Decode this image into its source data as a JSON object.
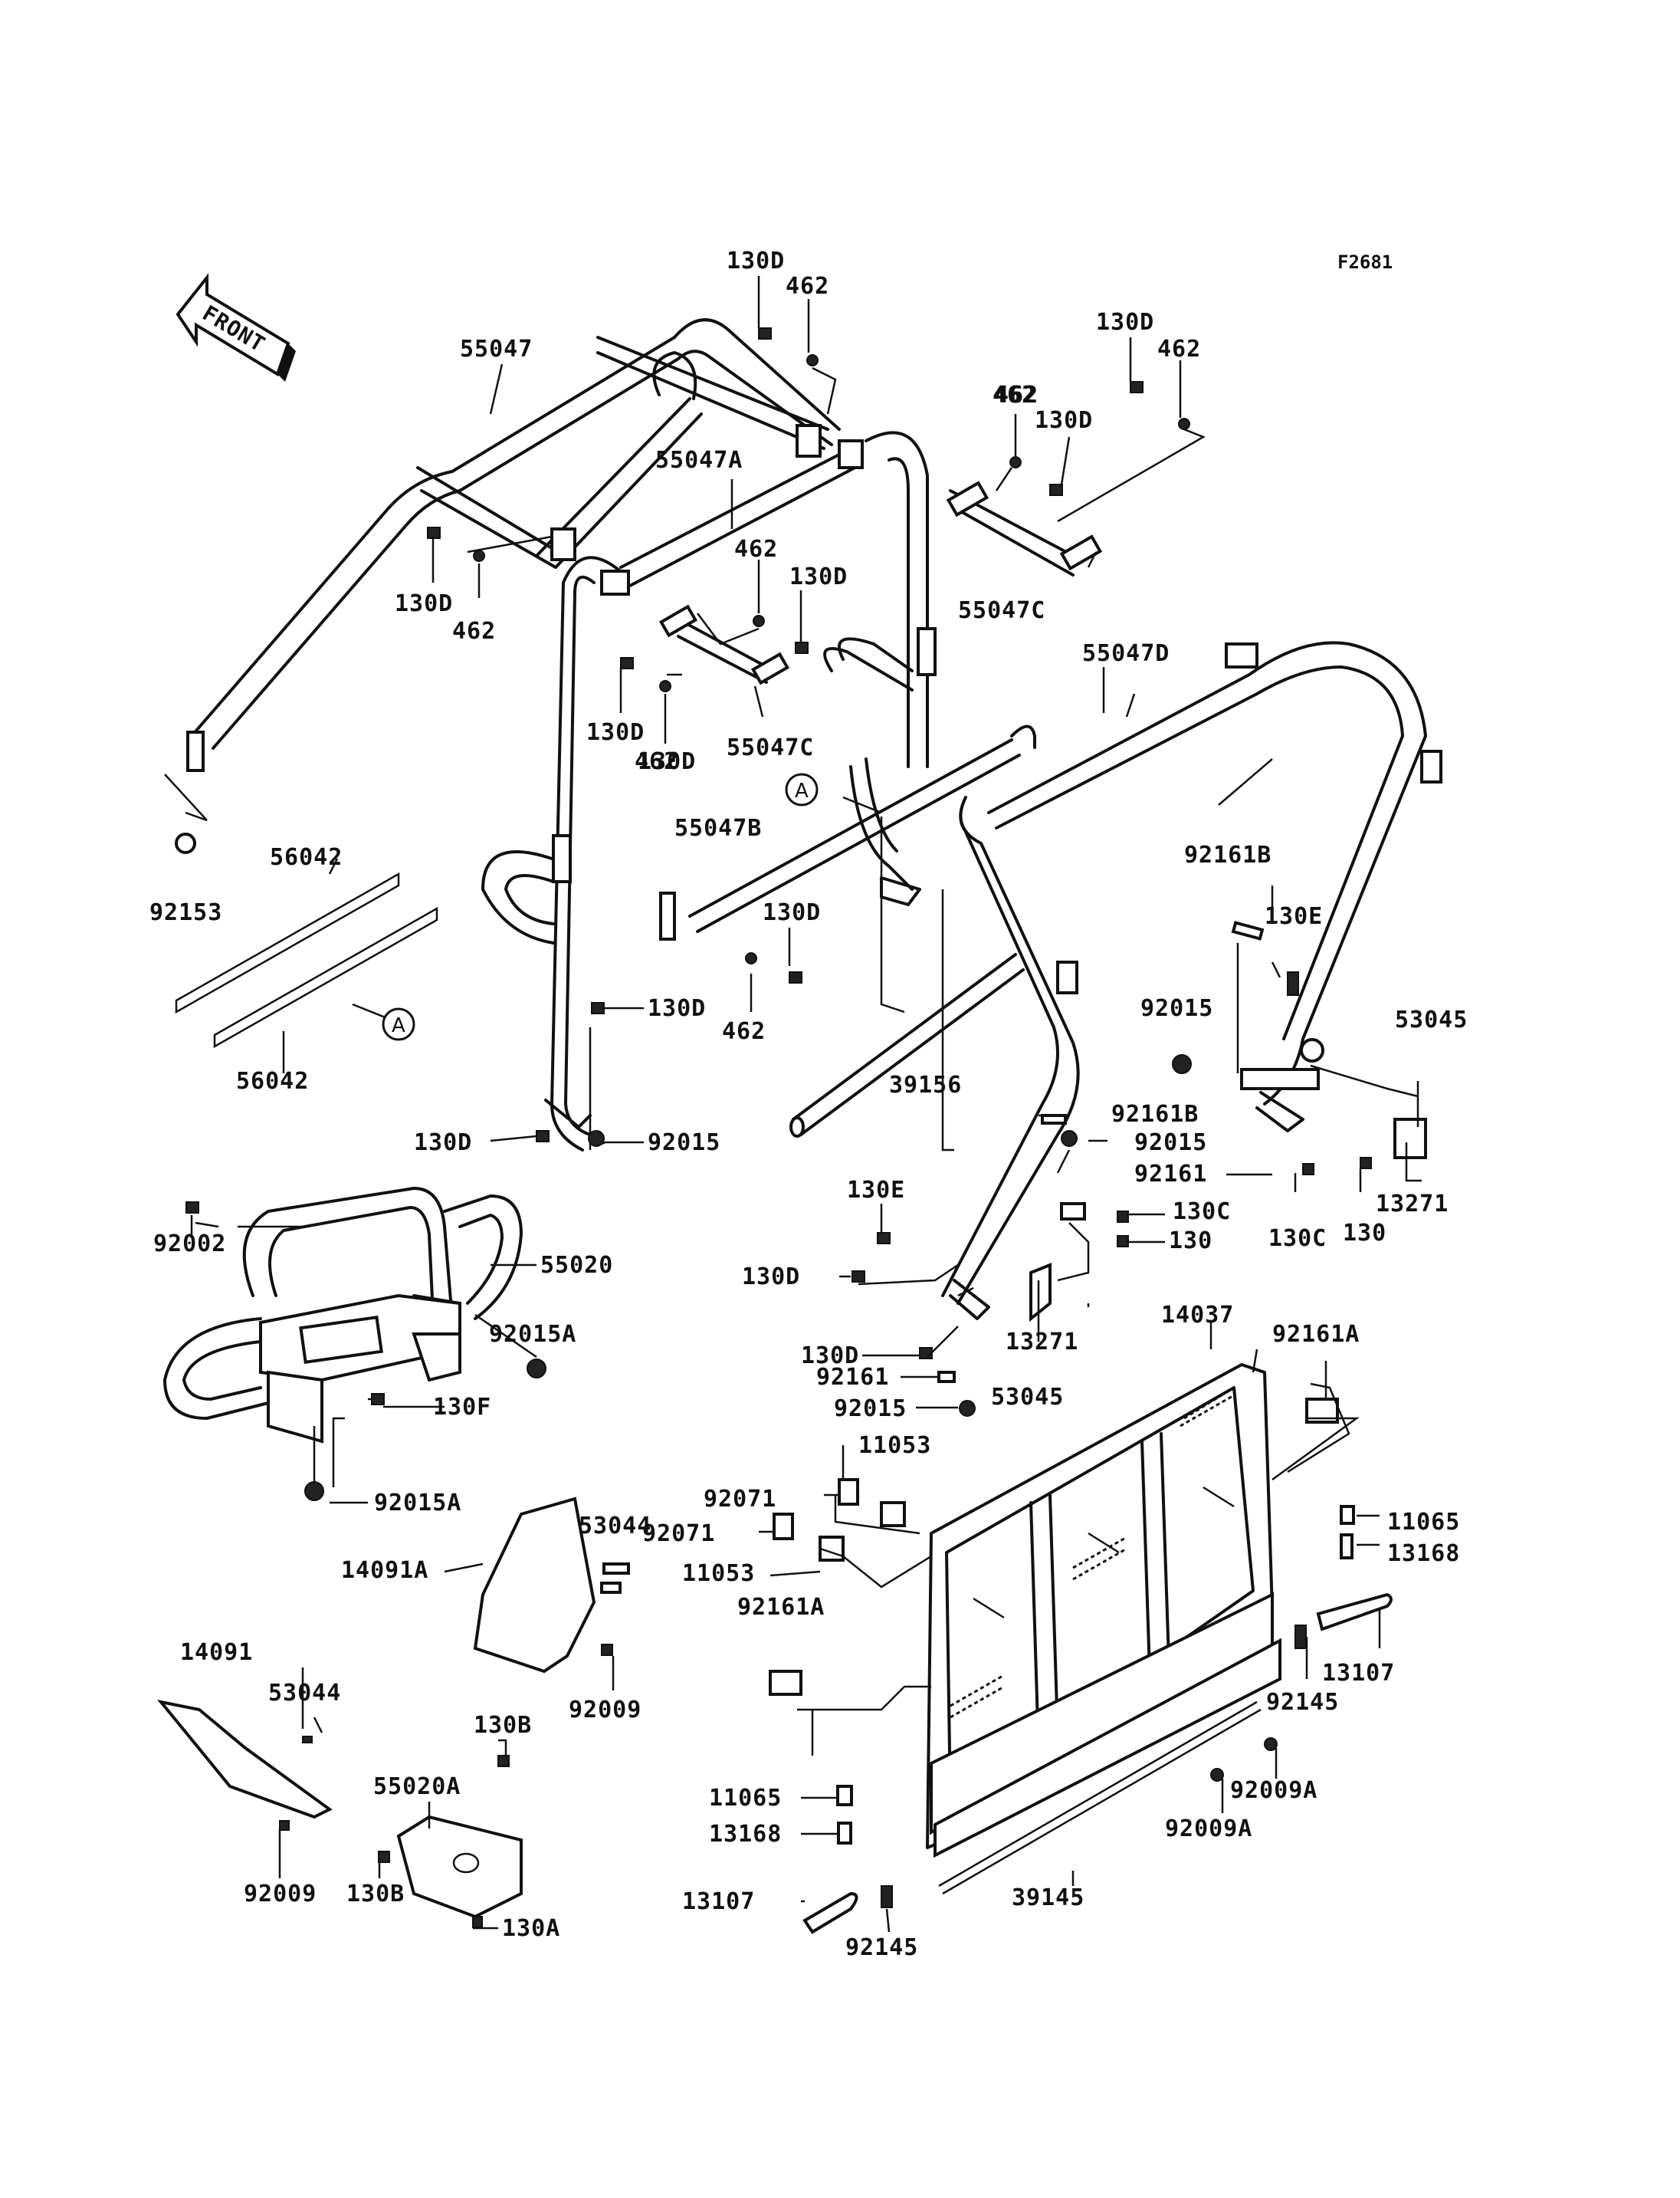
{
  "figure_code": "F2681",
  "front_arrow_label": "FRONT",
  "ref_markers": [
    "A",
    "A"
  ],
  "labels": [
    "130D",
    "462",
    "55047",
    "130D",
    "462",
    "462",
    "130D",
    "55047A",
    "462",
    "130D",
    "130D",
    "462",
    "55047C",
    "462",
    "130D",
    "130D",
    "462",
    "55047C",
    "55047D",
    "A",
    "55047B",
    "92153",
    "56042",
    "92161B",
    "130E",
    "130D",
    "56042",
    "A",
    "130D",
    "92015",
    "53045",
    "462",
    "39156",
    "92161B",
    "130D",
    "92015",
    "92015",
    "92161",
    "13271",
    "130E",
    "130C",
    "130",
    "130C",
    "130",
    "92002",
    "55020",
    "130D",
    "92015A",
    "13271",
    "130D",
    "92161",
    "14037",
    "92161A",
    "130F",
    "92015",
    "53045",
    "11053",
    "92015A",
    "92071",
    "53044",
    "11065",
    "92071",
    "13168",
    "14091A",
    "11053",
    "92161A",
    "13107",
    "92009",
    "14091",
    "53044",
    "92145",
    "130B",
    "55020A",
    "11065",
    "92009A",
    "13168",
    "92009A",
    "13107",
    "39145",
    "92009",
    "130B",
    "130A",
    "92145"
  ]
}
